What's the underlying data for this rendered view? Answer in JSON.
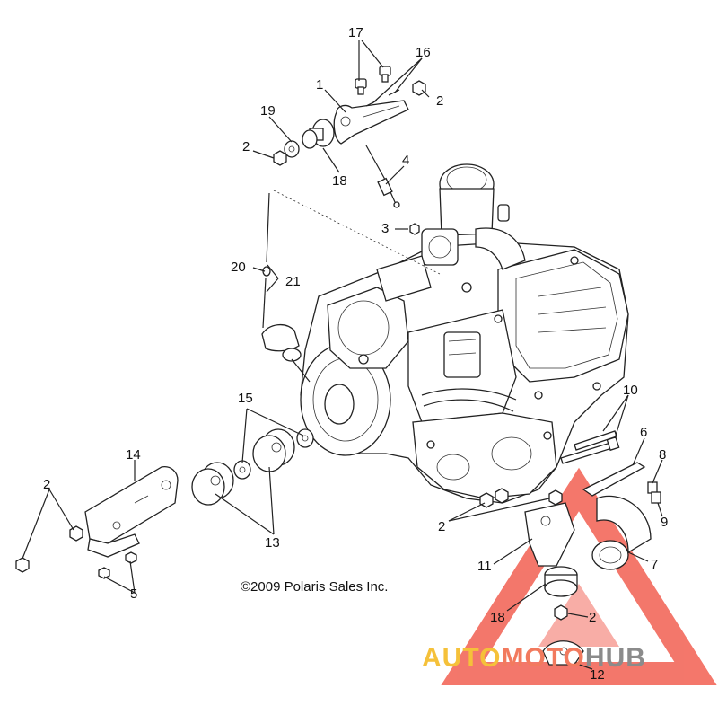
{
  "copyright": "©2009 Polaris Sales Inc.",
  "watermark": {
    "part_a": "AUTO",
    "part_b": "MOTO",
    "part_c": "HUB",
    "colors": {
      "gold": "#f5c13a",
      "salmon": "#f27a5e",
      "gray": "#8b8b8b",
      "triangle": "#f04a3a"
    }
  },
  "callouts": {
    "c1": "1",
    "c2a": "2",
    "c2b": "2",
    "c2c": "2",
    "c2d": "2",
    "c2e": "2",
    "c3": "3",
    "c4": "4",
    "c5": "5",
    "c6": "6",
    "c7": "7",
    "c8": "8",
    "c9": "9",
    "c10": "10",
    "c11": "11",
    "c12": "12",
    "c13": "13",
    "c14": "14",
    "c15": "15",
    "c16": "16",
    "c17": "17",
    "c18a": "18",
    "c18b": "18",
    "c19": "19",
    "c20": "20",
    "c21": "21"
  }
}
